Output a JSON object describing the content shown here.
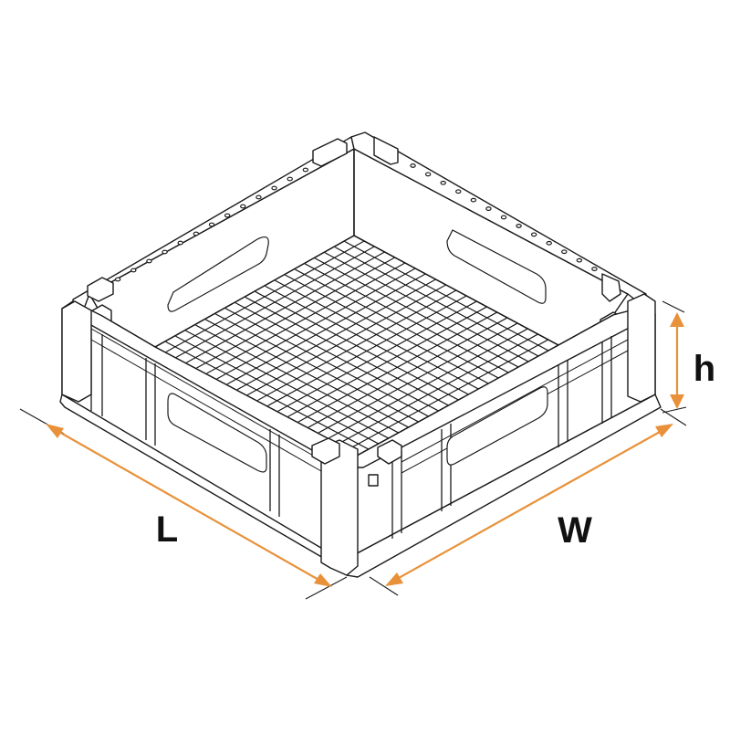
{
  "diagram": {
    "labels": {
      "length": "L",
      "width": "W",
      "height": "h"
    },
    "colors": {
      "dimension_arrow": "#e8913a",
      "outline": "#1a1a1a",
      "background": "#ffffff"
    },
    "icons": {
      "basket": "wire-grid-rack-icon"
    }
  }
}
